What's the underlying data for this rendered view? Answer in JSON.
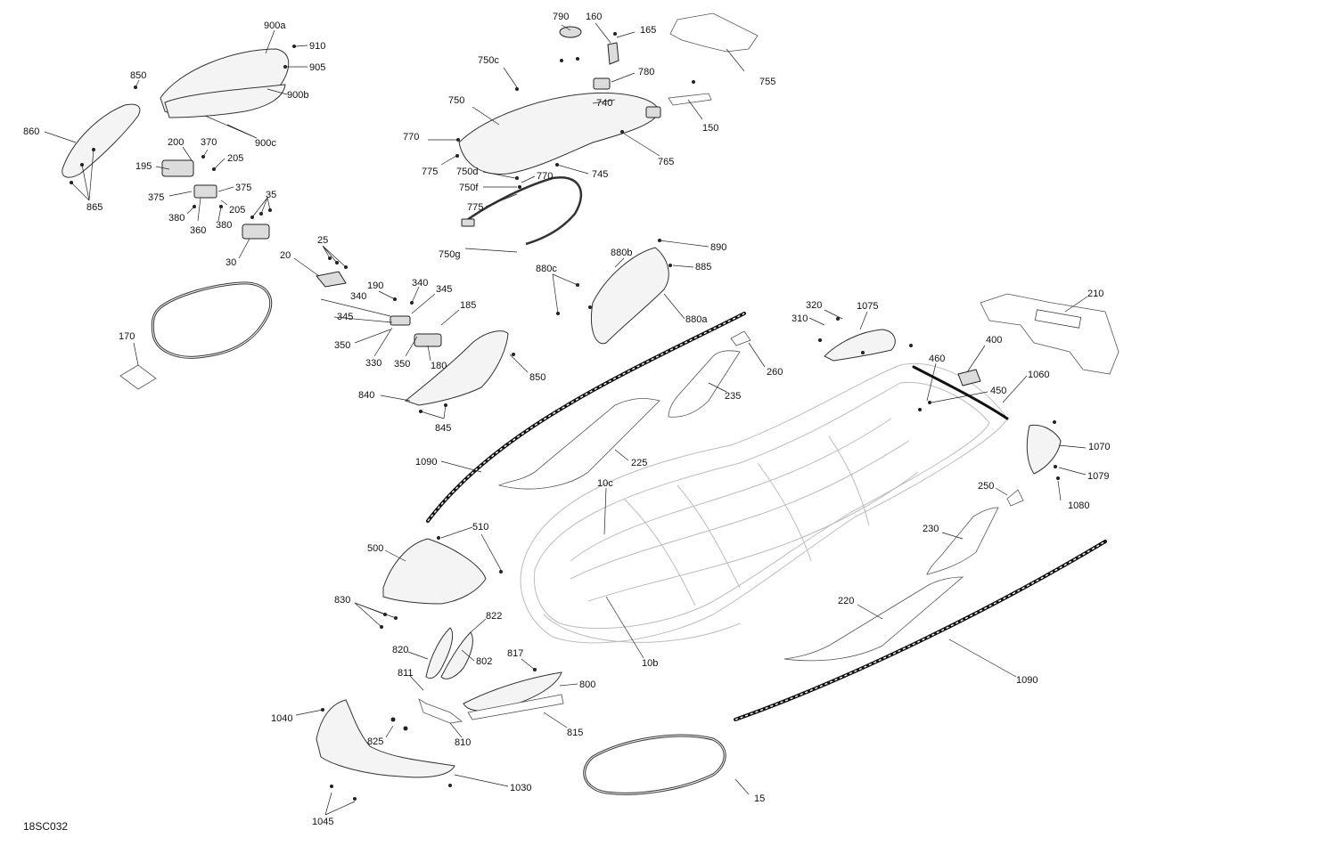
{
  "diagram_code": "18SC032",
  "brand_decal_icon": "brand-logo-decal-icon",
  "labels": [
    "900a",
    "910",
    "905",
    "900b",
    "900c",
    "850",
    "860",
    "865",
    "200",
    "370",
    "195",
    "205",
    "375",
    "375",
    "35",
    "380",
    "360",
    "380",
    "205",
    "30",
    "790",
    "160",
    "165",
    "755",
    "750c",
    "780",
    "750",
    "740",
    "150",
    "770",
    "775",
    "750d",
    "750f",
    "770",
    "745",
    "765",
    "775",
    "750g",
    "25",
    "20",
    "890",
    "880b",
    "885",
    "880c",
    "880a",
    "190",
    "340",
    "345",
    "340",
    "345",
    "350",
    "185",
    "330",
    "350",
    "180",
    "850",
    "840",
    "845",
    "170",
    "320",
    "310",
    "1075",
    "210",
    "400",
    "260",
    "460",
    "450",
    "1060",
    "235",
    "1090",
    "225",
    "1070",
    "1079",
    "1080",
    "10c",
    "250",
    "510",
    "500",
    "230",
    "830",
    "220",
    "822",
    "820",
    "802",
    "811",
    "817",
    "800",
    "10b",
    "1090",
    "1040",
    "825",
    "810",
    "815",
    "1030",
    "15",
    "1045"
  ]
}
